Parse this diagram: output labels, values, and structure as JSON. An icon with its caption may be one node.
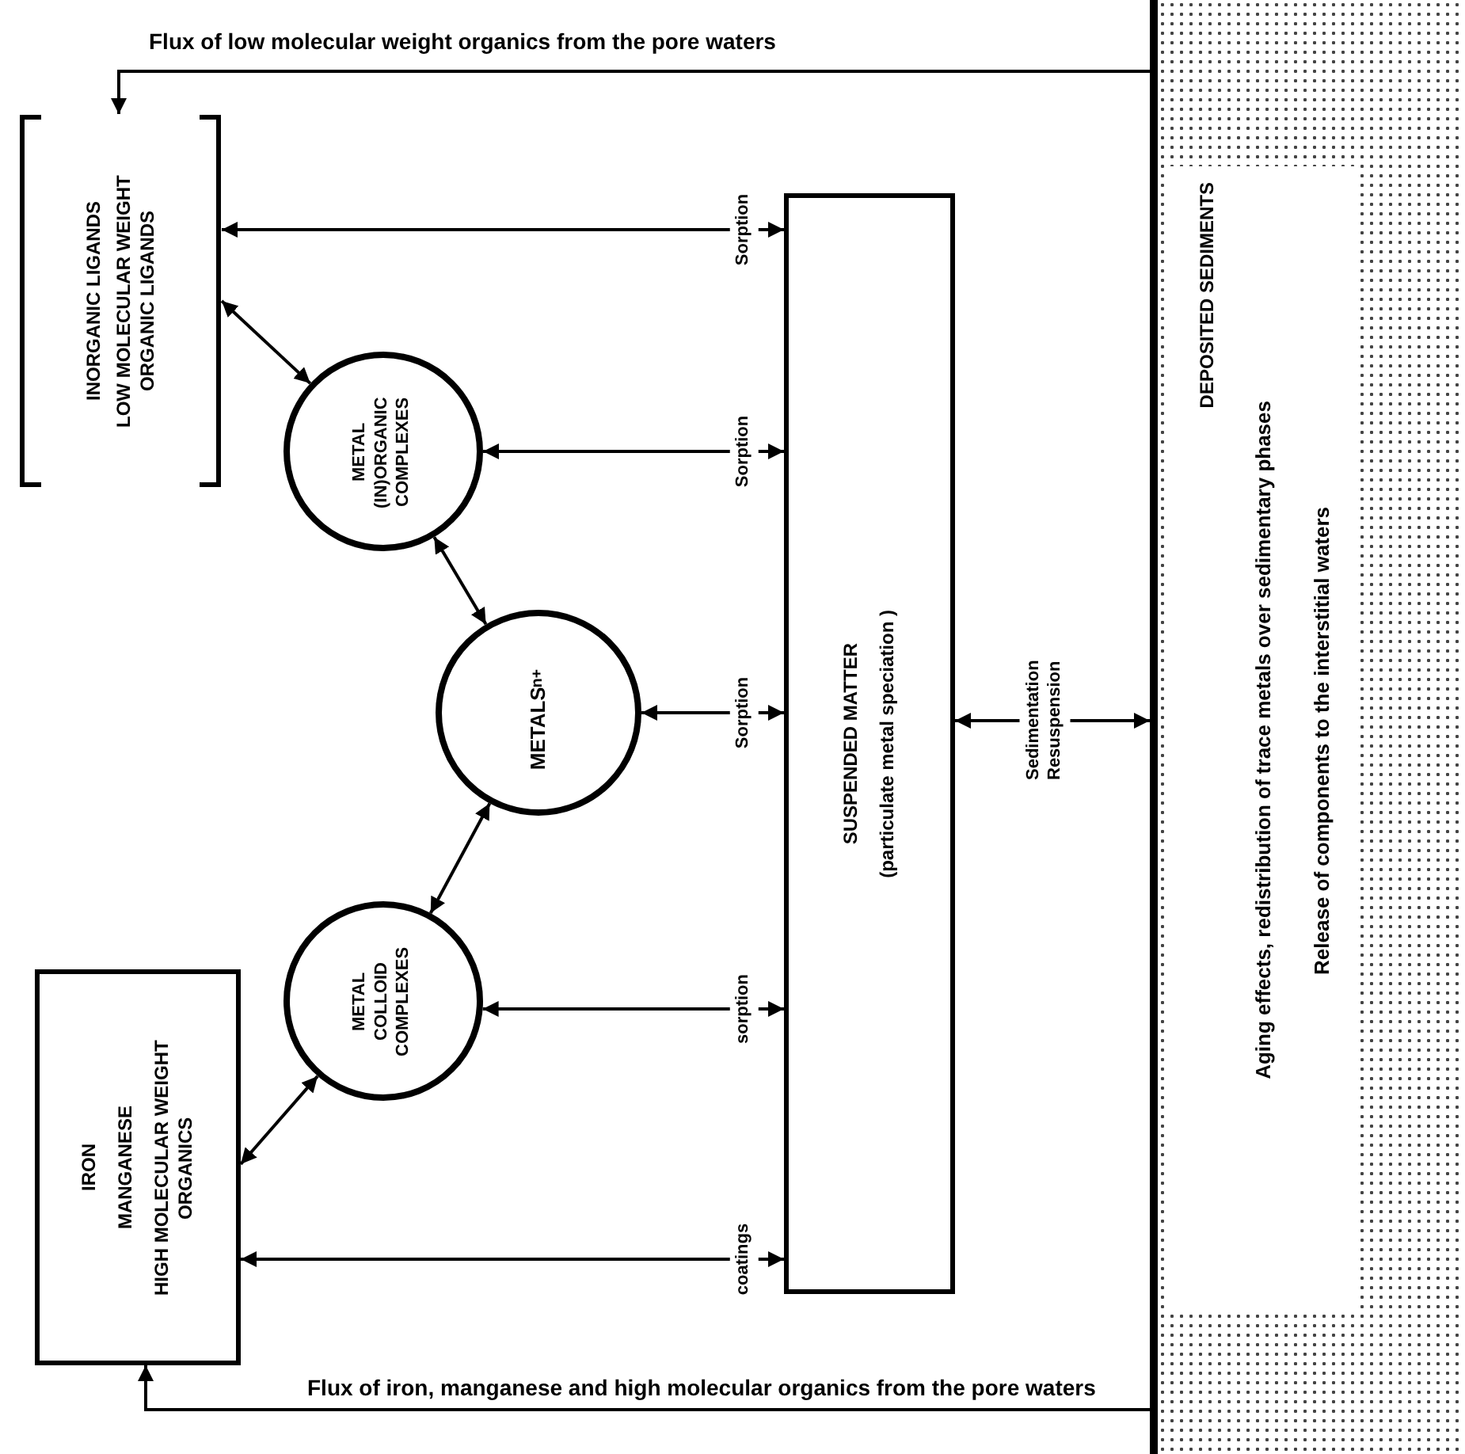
{
  "diagram": {
    "nodes": [
      {
        "text": [
          "INORGANIC LIGANDS",
          "LOW MOLECULAR WEIGHT ORGANIC LIGANDS"
        ]
      },
      {
        "text": [
          "IRON",
          "MANGANESE",
          "HIGH MOLECULAR WEIGHT ORGANICS"
        ]
      },
      {
        "text": [
          "METAL (IN)ORGANIC COMPLEXES"
        ]
      },
      {
        "text": [
          "METALS$^{n+}$"
        ]
      },
      {
        "text": [
          "METAL COLLOID COMPLEXES"
        ]
      },
      {
        "text": [
          "SUSPENDED MATTER",
          "(particulate metal speciation )"
        ]
      },
      {
        "text": [
          "DEPOSITED SEDIMENTS",
          "Aging effects, redistribution of trace metals over sedimentary phases",
          "Release of components to the interstitial waters"
        ]
      }
    ],
    "edges": [
      {
        "from": 6,
        "to": 0,
        "arrow": "to",
        "label": "Flux of low molecular weight organics from the pore waters"
      },
      {
        "from": 5,
        "to": 0,
        "arrow": "both",
        "label": "Sorption"
      },
      {
        "from": 5,
        "to": 2,
        "arrow": "both",
        "label": "Sorption"
      },
      {
        "from": 5,
        "to": 3,
        "arrow": "both",
        "label": "Sorption"
      },
      {
        "from": 5,
        "to": 4,
        "arrow": "both",
        "label": "sorption"
      },
      {
        "from": 5,
        "to": 1,
        "arrow": "both",
        "label": "coatings"
      },
      {
        "from": 0,
        "to": 2,
        "arrow": "both"
      },
      {
        "from": 2,
        "to": 3,
        "arrow": "both"
      },
      {
        "from": 3,
        "to": 4,
        "arrow": "both"
      },
      {
        "from": 4,
        "to": 1,
        "arrow": "both"
      },
      {
        "from": 5,
        "to": 6,
        "arrow": "both",
        "label": "Sedimentation Resuspension"
      },
      {
        "from": 6,
        "to": 1,
        "arrow": "to",
        "label": "Flux of iron, manganese and high molecular organics from the pore waters"
      }
    ]
  }
}
